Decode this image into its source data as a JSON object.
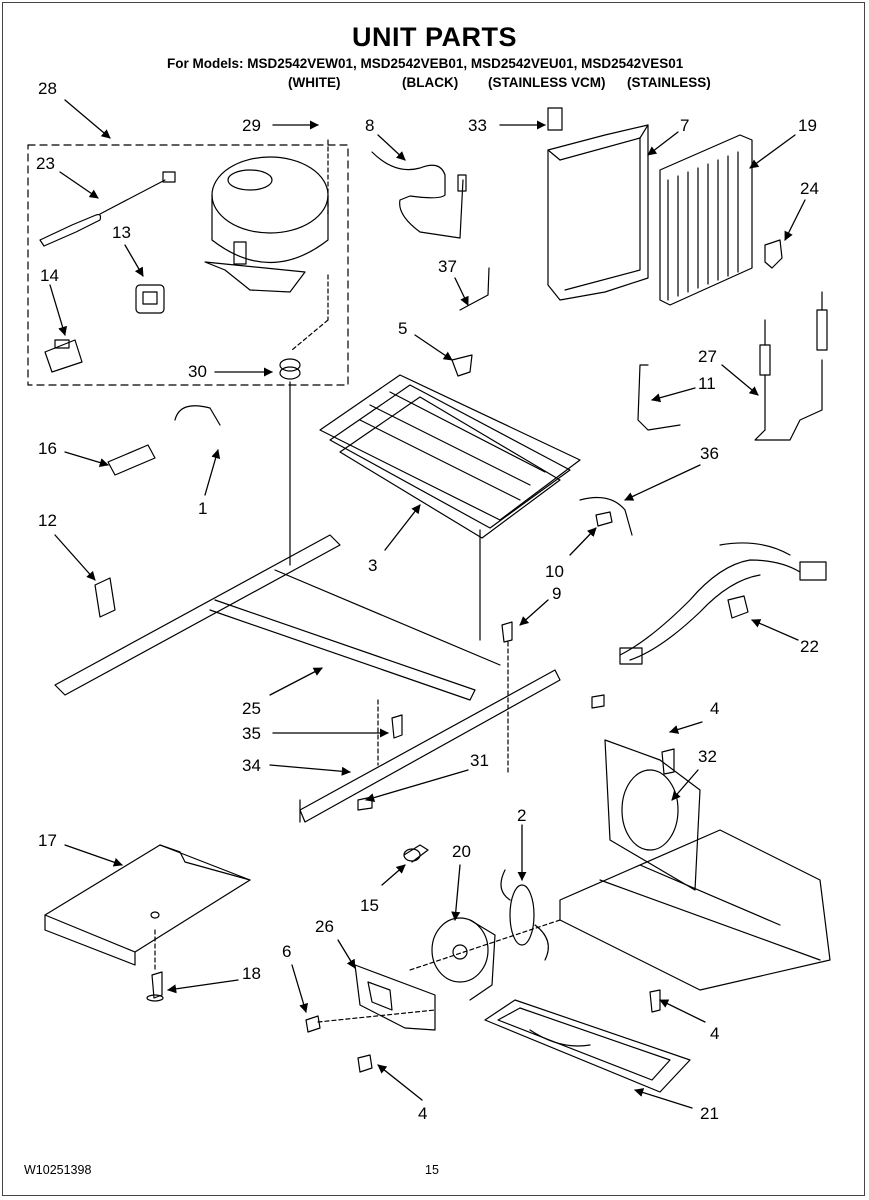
{
  "page": {
    "title": "UNIT PARTS",
    "models_line": "For Models: MSD2542VEW01, MSD2542VEB01, MSD2542VEU01, MSD2542VES01",
    "finishes": [
      "(WHITE)",
      "(BLACK)",
      "(STAINLESS VCM)",
      "(STAINLESS)"
    ],
    "doc_number": "W10251398",
    "page_number": "15"
  },
  "callouts": [
    "28",
    "29",
    "8",
    "33",
    "7",
    "19",
    "23",
    "13",
    "24",
    "14",
    "37",
    "5",
    "27",
    "11",
    "30",
    "16",
    "1",
    "36",
    "12",
    "3",
    "10",
    "9",
    "22",
    "25",
    "35",
    "4",
    "32",
    "34",
    "31",
    "17",
    "2",
    "20",
    "15",
    "26",
    "6",
    "18",
    "4",
    "4",
    "21"
  ],
  "line_color": "#000000"
}
